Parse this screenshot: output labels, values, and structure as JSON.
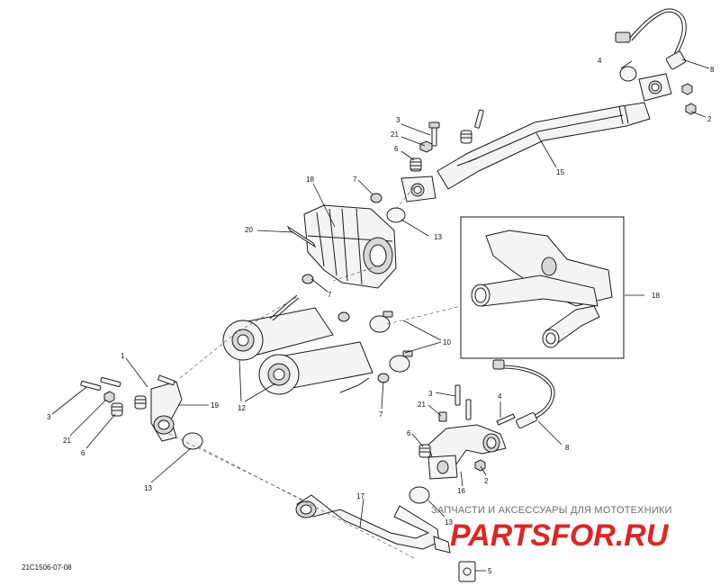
{
  "diagram": {
    "reference_code": "21C1506-07-08",
    "callouts": {
      "c1": "1",
      "c2a": "2",
      "c2b": "2",
      "c3a": "3",
      "c3b": "3",
      "c3c": "3",
      "c4a": "4",
      "c4b": "4",
      "c5": "5",
      "c6a": "6",
      "c6b": "6",
      "c6c": "6",
      "c7a": "7",
      "c7b": "7",
      "c7c": "7",
      "c8a": "8",
      "c8b": "8",
      "c10": "10",
      "c12": "12",
      "c13a": "13",
      "c13b": "13",
      "c13c": "13",
      "c15": "15",
      "c16": "16",
      "c17": "17",
      "c18a": "18",
      "c18b": "18",
      "c19": "19",
      "c20": "20",
      "c21a": "21",
      "c21b": "21",
      "c21c": "21"
    }
  },
  "watermark": {
    "tagline": "ЗАПЧАСТИ И АКСЕССУАРЫ ДЛЯ МОТОТЕХНИКИ",
    "brand": "PARTSFOR.RU",
    "brand_color": "#e02424"
  }
}
